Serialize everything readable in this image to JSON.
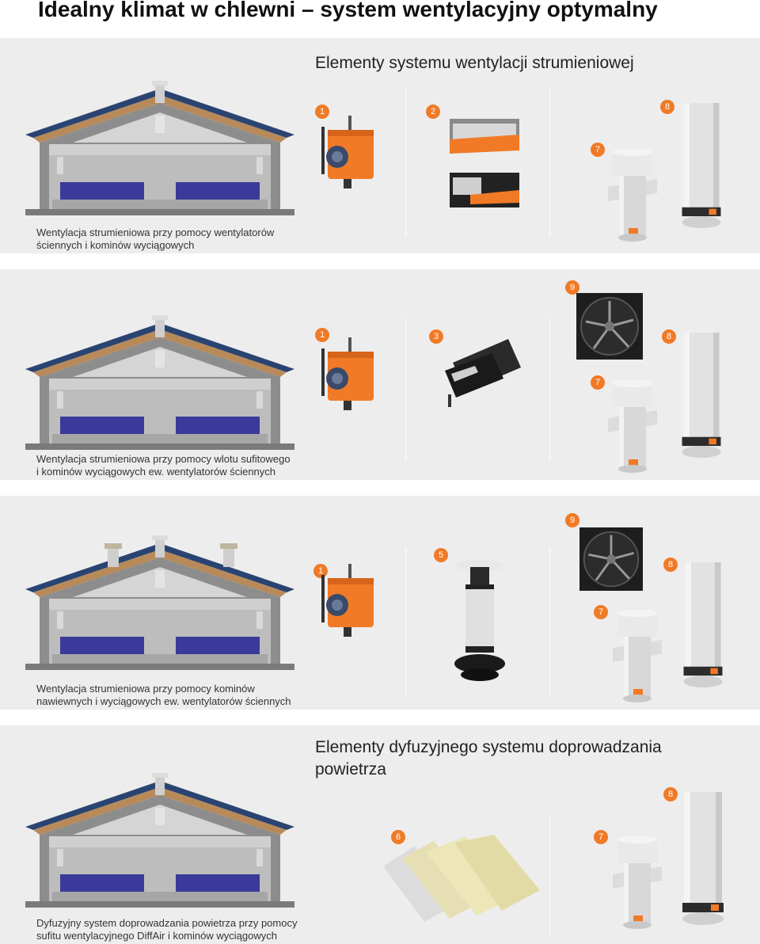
{
  "page": {
    "title": "Idealny klimat w chlewni – system wentylacyjny optymalny"
  },
  "sections": [
    {
      "heading": "Elementy systemu wentylacji strumieniowej",
      "caption": [
        "Wentylacja strumieniowa przy pomocy wentylatorów",
        "ściennych i kominów wyciągowych"
      ],
      "badges": [
        "1",
        "2",
        "8",
        "7"
      ]
    },
    {
      "caption": [
        "Wentylacja strumieniowa przy pomocy wlotu sufitowego",
        "i kominów wyciągowych ew. wentylatorów ściennych"
      ],
      "badges": [
        "9",
        "1",
        "3",
        "8",
        "7"
      ]
    },
    {
      "caption": [
        "Wentylacja strumieniowa przy pomocy kominów",
        "nawiewnych i wyciągowych ew. wentylatorów ściennych"
      ],
      "badges": [
        "9",
        "5",
        "1",
        "8",
        "7"
      ]
    },
    {
      "heading": "Elementy dyfuzyjnego systemu doprowadzania powietrza",
      "caption": [
        "Dyfuzyjny system doprowadzania powietrza przy pomocy",
        "sufitu wentylacyjnego DiffAir i kominów wyciągowych"
      ],
      "badges": [
        "8",
        "6",
        "7"
      ]
    }
  ],
  "colors": {
    "accent": "#f07a26",
    "panel": "#ededed",
    "roof": "#2c4a80",
    "pens": "#3b3a9a"
  }
}
